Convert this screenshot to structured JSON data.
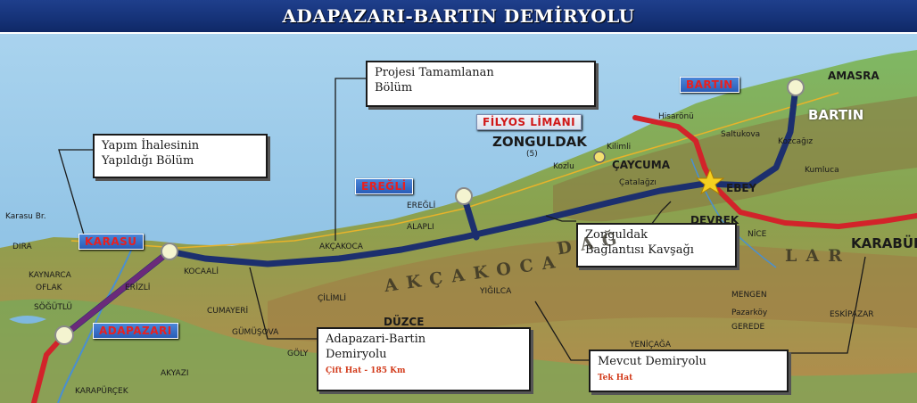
{
  "title": "ADAPAZARI-BARTIN DEMİRYOLU",
  "colors": {
    "sea": "#8fc3e6",
    "land_low": "#6fae5c",
    "land_high": "#b58a4c",
    "new_line": "#1c2f6e",
    "existing_line": "#d2232a",
    "callout_border": "#1a1a1a",
    "tag_blue": "#3a72c8",
    "tag_text": "#e82020"
  },
  "callouts": {
    "completed": {
      "line1": "Projesi Tamamlanan",
      "line2": "Bölüm"
    },
    "tender": {
      "line1": "Yapım İhalesinin",
      "line2": "Yapıldığı Bölüm"
    },
    "junction": {
      "line1": "Zonguldak",
      "line2": "Bağlantısı Kavşağı"
    },
    "new_railway": {
      "line1": "Adapazari-Bartin",
      "line2": "Demiryolu",
      "detail": "Çift Hat - 185 Km"
    },
    "existing_railway": {
      "line1": "Mevcut Demiryolu",
      "detail": "Tek Hat"
    }
  },
  "station_tags": {
    "bartin": "BARTIN",
    "filyos": "FİLYOS LİMANI",
    "eregli": "EREĞLİ",
    "karasu": "KARASU",
    "adapazari": "ADAPAZARI"
  },
  "places": {
    "amasra": "AMASRA",
    "bartin_town": "BARTIN",
    "hisaronu": "Hisarönü",
    "zonguldak": "ZONGULDAK",
    "zonguldak_code": "(5)",
    "kilimli": "Kilimli",
    "kozlu": "Kozlu",
    "caycuma": "ÇAYCUMA",
    "saltukova": "Saltukova",
    "kozcagiz": "Kozcağız",
    "kumluca": "Kumluca",
    "catalagzi": "Çatalağzı",
    "ebey": "EBEY",
    "devrek": "DEVREK",
    "eregli_town": "EREĞLİ",
    "alapli": "ALAPLI",
    "akcakoca": "AKÇAKOCA",
    "karabuk": "KARABÜK",
    "dira": "DIRA",
    "kaynarca": "KAYNARCA",
    "oflak": "OFLAK",
    "kocaali": "KOCAALİ",
    "erizli": "ERİZLİ",
    "cilimli": "ÇİLİMLİ",
    "cumayeri": "CUMAYERİ",
    "duzce": "DÜZCE",
    "gumusova": "GÜMÜŞOVA",
    "golyaka": "GÖLY",
    "akyazi": "AKYAZI",
    "karapurcek": "KARAPÜRÇEK",
    "sogutlu": "SÖĞÜTLÜ",
    "yigilca": "YIĞILCA",
    "mengen": "MENGEN",
    "gerede": "GEREDE",
    "yenicaga": "YENİÇAĞA",
    "eskipazar": "ESKİPAZAR",
    "nice": "NİCE",
    "pazarkoy": "Pazarköy",
    "range1": "AKÇAKOCA",
    "range2": "DAĞ",
    "range3": "LAR",
    "karasu_br": "Karasu Br."
  }
}
